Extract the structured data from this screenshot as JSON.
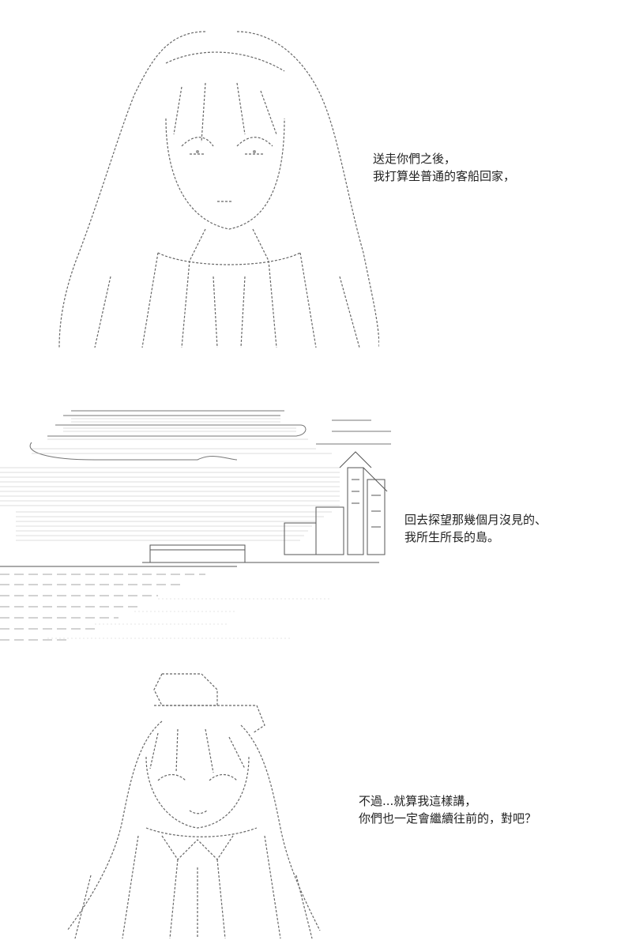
{
  "panels": [
    {
      "art": "girl-face-illustration",
      "lines": [
        "送走你們之後，",
        "我打算坐普通的客船回家，"
      ]
    },
    {
      "art": "island-landscape-illustration",
      "lines": [
        "回去探望那幾個月沒見的、",
        "我所生所長的島。"
      ]
    },
    {
      "art": "girl-smiling-illustration",
      "lines": [
        "不過...就算我這樣講，",
        "你們也一定會繼續往前的，對吧？"
      ]
    }
  ]
}
